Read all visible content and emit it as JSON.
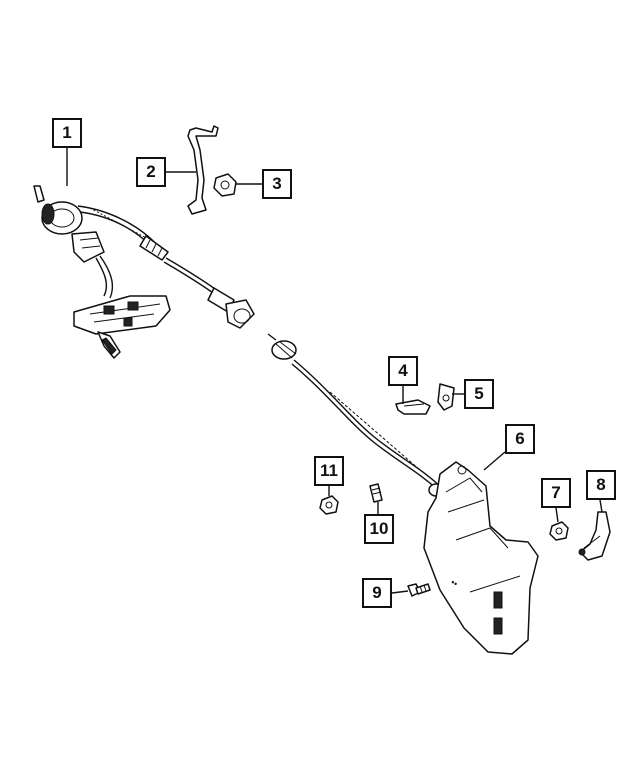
{
  "callouts": [
    {
      "id": "1",
      "label": "1"
    },
    {
      "id": "2",
      "label": "2"
    },
    {
      "id": "3",
      "label": "3"
    },
    {
      "id": "4",
      "label": "4"
    },
    {
      "id": "5",
      "label": "5"
    },
    {
      "id": "6",
      "label": "6"
    },
    {
      "id": "7",
      "label": "7"
    },
    {
      "id": "8",
      "label": "8"
    },
    {
      "id": "9",
      "label": "9"
    },
    {
      "id": "10",
      "label": "10"
    },
    {
      "id": "11",
      "label": "11"
    }
  ],
  "colors": {
    "line": "#111111",
    "background": "#ffffff"
  }
}
